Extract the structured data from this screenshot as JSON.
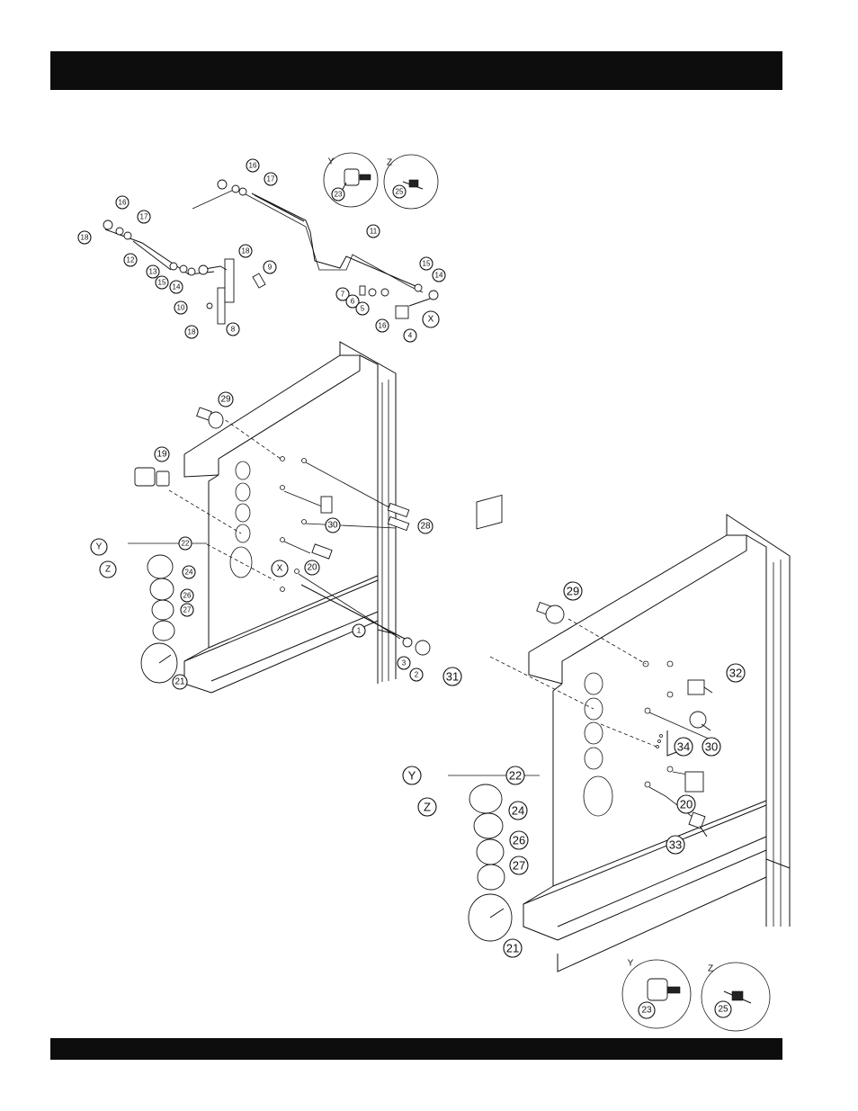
{
  "header": {
    "title": ""
  },
  "footer": {
    "text": ""
  },
  "callouts": {
    "throttle_linkage": [
      "16",
      "17",
      "16",
      "18",
      "17",
      "12",
      "13",
      "15",
      "14",
      "18",
      "9",
      "10",
      "18",
      "8",
      "11",
      "15",
      "14",
      "7",
      "6",
      "5",
      "16",
      "4",
      "X"
    ],
    "detail_y_top": [
      "Y",
      "23"
    ],
    "detail_z_top": [
      "Z",
      "25"
    ],
    "panel_left": [
      "29",
      "19",
      "30",
      "28",
      "Y",
      "22",
      "Z",
      "24",
      "20",
      "X",
      "26",
      "27",
      "1",
      "3",
      "2",
      "21"
    ],
    "panel_right": [
      "29",
      "31",
      "32",
      "30",
      "34",
      "Y",
      "22",
      "Z",
      "24",
      "20",
      "26",
      "33",
      "27",
      "21"
    ],
    "detail_y_bottom": [
      "Y",
      "23"
    ],
    "detail_z_bottom": [
      "Z",
      "25"
    ]
  }
}
